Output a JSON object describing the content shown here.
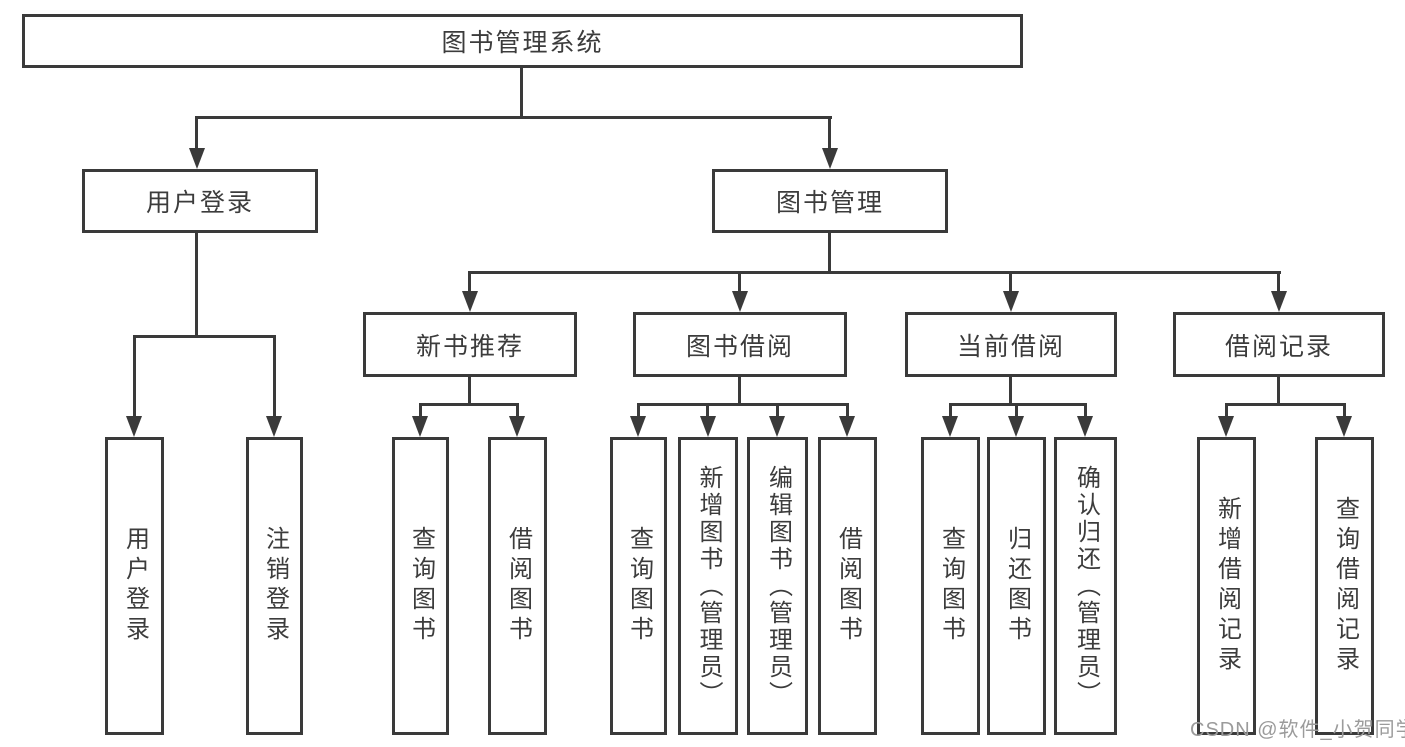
{
  "colors": {
    "line": "#3a3a3a",
    "text": "#3c3c3c",
    "background": "#ffffff",
    "watermark": "#9b9b9b"
  },
  "tree": {
    "root": {
      "label": "图书管理系统"
    },
    "branches": [
      {
        "label": "用户登录",
        "children": [
          {
            "label": "用户登录"
          },
          {
            "label": "注销登录"
          }
        ]
      },
      {
        "label": "图书管理",
        "children": [
          {
            "label": "新书推荐",
            "children": [
              {
                "label": "查询图书"
              },
              {
                "label": "借阅图书"
              }
            ]
          },
          {
            "label": "图书借阅",
            "children": [
              {
                "label": "查询图书"
              },
              {
                "label": "新增图书（管理员）"
              },
              {
                "label": "编辑图书（管理员）"
              },
              {
                "label": "借阅图书"
              }
            ]
          },
          {
            "label": "当前借阅",
            "children": [
              {
                "label": "查询图书"
              },
              {
                "label": "归还图书"
              },
              {
                "label": "确认归还（管理员）"
              }
            ]
          },
          {
            "label": "借阅记录",
            "children": [
              {
                "label": "新增借阅记录"
              },
              {
                "label": "查询借阅记录"
              }
            ]
          }
        ]
      }
    ]
  },
  "watermark": {
    "text": "CSDN @软件_小贺同学"
  }
}
